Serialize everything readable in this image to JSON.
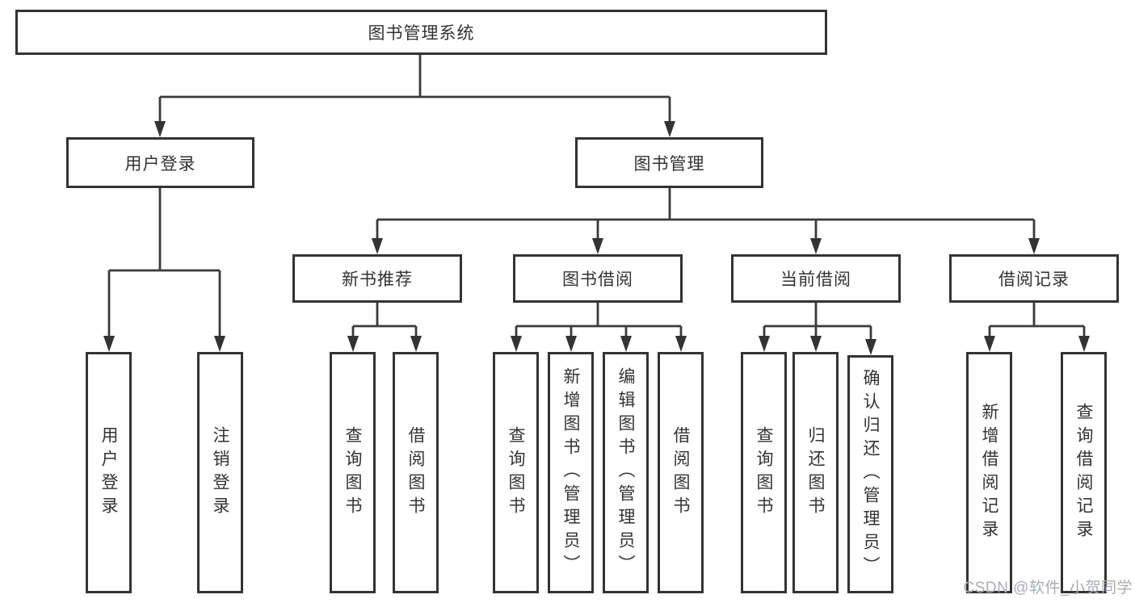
{
  "diagram": {
    "root": {
      "label": "图书管理系统"
    },
    "level2": [
      {
        "label": "用户登录"
      },
      {
        "label": "图书管理"
      }
    ],
    "level3": [
      {
        "label": "新书推荐"
      },
      {
        "label": "图书借阅"
      },
      {
        "label": "当前借阅"
      },
      {
        "label": "借阅记录"
      }
    ],
    "leaves": {
      "user_login": [
        "用户登录",
        "注销登录"
      ],
      "new_book_recommend": [
        "查询图书",
        "借阅图书"
      ],
      "book_borrow": [
        "查询图书",
        "新增图书（管理员）",
        "编辑图书（管理员）",
        "借阅图书"
      ],
      "current_borrow": [
        "查询图书",
        "归还图书",
        "确认归还（管理员）"
      ],
      "borrow_records": [
        "新增借阅记录",
        "查询借阅记录"
      ]
    }
  },
  "watermark": {
    "text": "CSDN @软件_小贺同学"
  },
  "colors": {
    "line": "#3a3a3a",
    "box_border": "#333333",
    "text": "#333333",
    "watermark": "#aaadb2",
    "background": "#ffffff"
  }
}
